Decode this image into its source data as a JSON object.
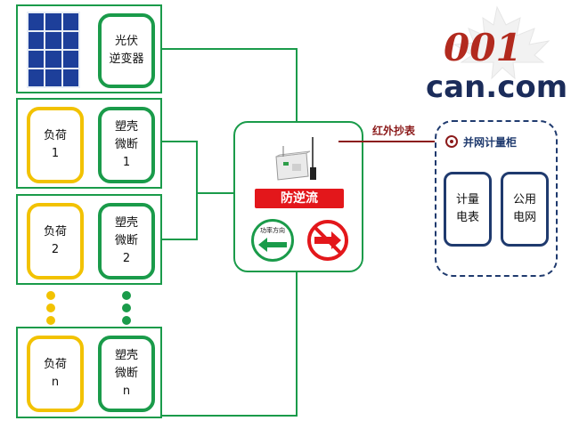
{
  "pv": {
    "inverter_label": "光伏\n逆变器"
  },
  "loads": [
    {
      "load_label": "负荷\n1",
      "breaker_label": "塑壳\n微断\n1"
    },
    {
      "load_label": "负荷\n2",
      "breaker_label": "塑壳\n微断\n2"
    },
    {
      "load_label": "负荷\nn",
      "breaker_label": "塑壳\n微断\nn"
    }
  ],
  "controller": {
    "title": "防逆流",
    "power_direction_label": "功率方向"
  },
  "infrared_label": "红外抄表",
  "grid_cabinet": {
    "title": "并网计量柜",
    "meter_label": "计量\n电表",
    "grid_label": "公用\n电网"
  },
  "watermark": {
    "number": "001",
    "domain": "can.com"
  },
  "colors": {
    "green": "#1a9b4a",
    "yellow": "#f2c200",
    "red": "#e3171b",
    "navy": "#1f3a6e",
    "wire_red": "#8b1a1a"
  }
}
